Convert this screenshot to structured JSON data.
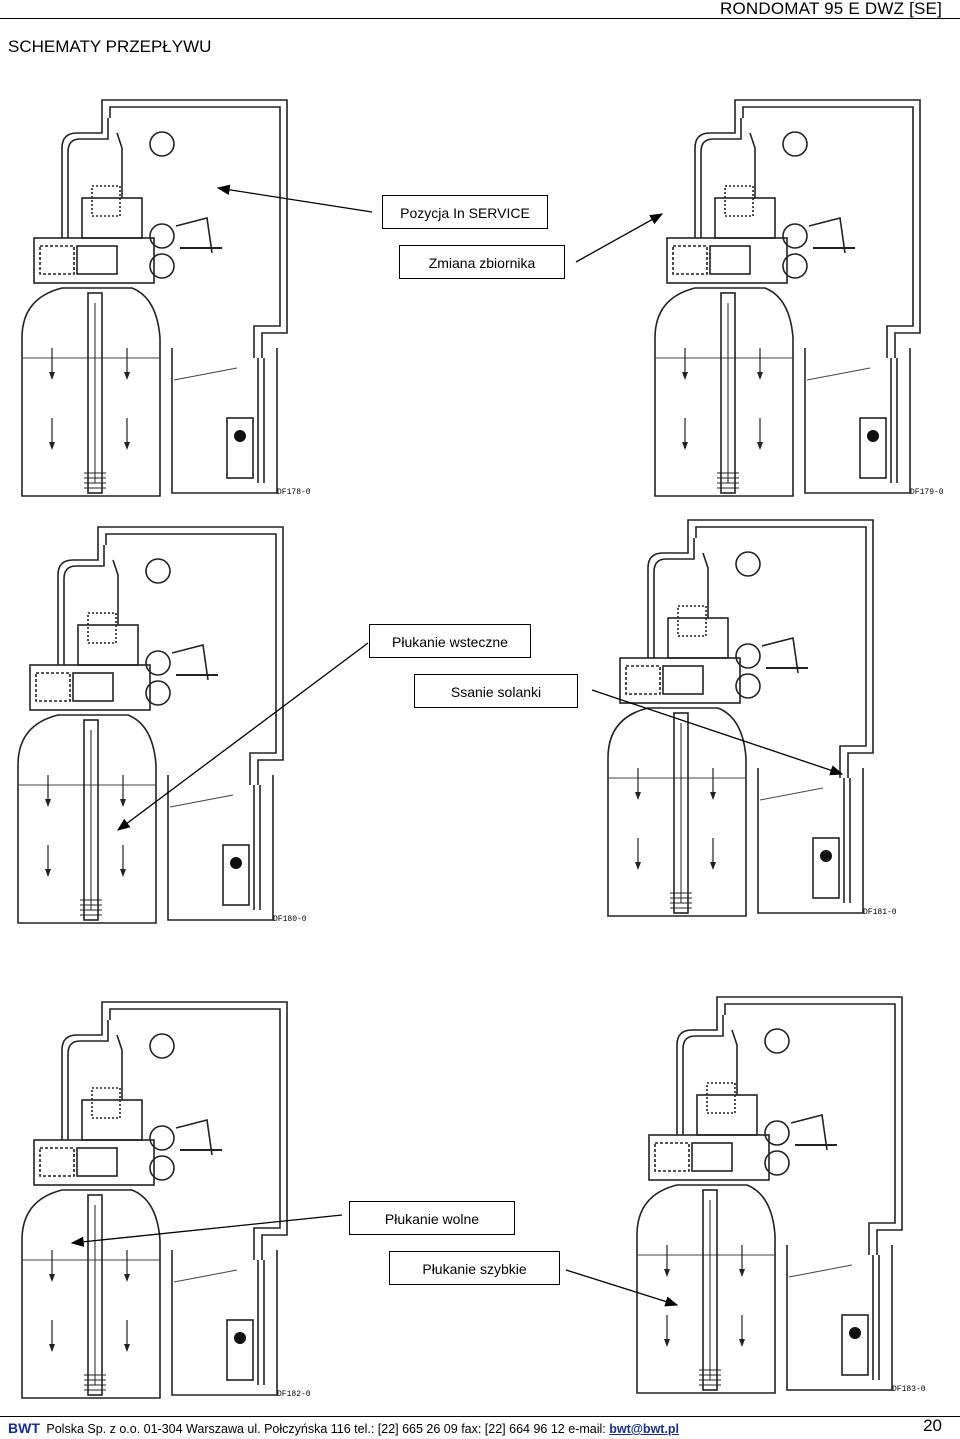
{
  "header": {
    "title": "RONDOMAT  95 E DWZ [SE]"
  },
  "section": {
    "title": "SCHEMATY PRZEPŁYWU"
  },
  "diagrams": [
    {
      "code": "DF178-0"
    },
    {
      "code": "DF179-0"
    },
    {
      "code": "DF180-0"
    },
    {
      "code": "DF181-0"
    },
    {
      "code": "DF182-0"
    },
    {
      "code": "DF183-0"
    }
  ],
  "labels": {
    "service": "Pozycja In SERVICE",
    "tank_change": "Zmiana zbiornika",
    "backwash": "Płukanie wsteczne",
    "brine": "Ssanie solanki",
    "slow_rinse": "Płukanie wolne",
    "fast_rinse": "Płukanie szybkie"
  },
  "footer": {
    "brand": "BWT",
    "text": "Polska Sp. z o.o. 01-304 Warszawa ul. Połczyńska 116 tel.: [22] 665 26 09 fax: [22] 664 96 12 e-mail:",
    "email": "bwt@bwt.pl",
    "page_number": "20"
  }
}
